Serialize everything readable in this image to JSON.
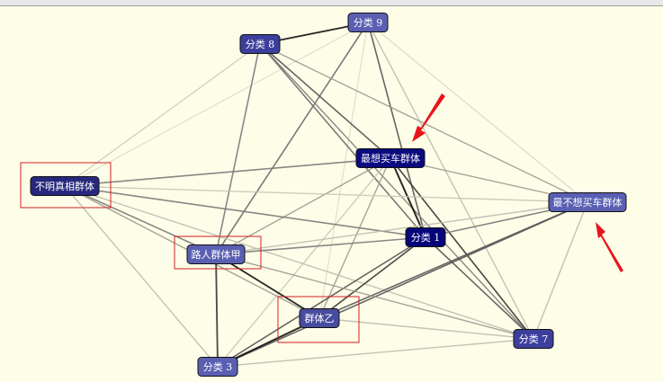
{
  "nodes": [
    {
      "id": "c9",
      "label": "分类 9",
      "fill": "#5a5fb2"
    },
    {
      "id": "c8",
      "label": "分类 8",
      "fill": "#3c3f9c"
    },
    {
      "id": "most",
      "label": "最想买车群体",
      "fill": "#0b0b80"
    },
    {
      "id": "unk",
      "label": "不明真相群体",
      "fill": "#27287d"
    },
    {
      "id": "least",
      "label": "最不想买车群体",
      "fill": "#5a5fb2"
    },
    {
      "id": "c1",
      "label": "分类 1",
      "fill": "#06067a"
    },
    {
      "id": "pa",
      "label": "路人群体甲",
      "fill": "#5a5fb2"
    },
    {
      "id": "gb",
      "label": "群体乙",
      "fill": "#484c9f"
    },
    {
      "id": "c7",
      "label": "分类 7",
      "fill": "#3c3f9c"
    },
    {
      "id": "c3",
      "label": "分类 3",
      "fill": "#5a5fb2"
    }
  ],
  "edges": [
    {
      "from": "c9",
      "to": "c8",
      "color": "#111111",
      "weight": 1.8
    },
    {
      "from": "c9",
      "to": "pa",
      "color": "#6a6a6a",
      "weight": 1.6
    },
    {
      "from": "c9",
      "to": "c1",
      "color": "#555555",
      "weight": 1.6
    },
    {
      "from": "c9",
      "to": "c7",
      "color": "#bdbdb0",
      "weight": 1.4
    },
    {
      "from": "c9",
      "to": "least",
      "color": "#dcdcc8",
      "weight": 1.4
    },
    {
      "from": "c9",
      "to": "unk",
      "color": "#dcdcc8",
      "weight": 1.2
    },
    {
      "from": "c9",
      "to": "gb",
      "color": "#dcdcc8",
      "weight": 1.2
    },
    {
      "from": "c8",
      "to": "most",
      "color": "#555555",
      "weight": 1.6
    },
    {
      "from": "c8",
      "to": "c1",
      "color": "#6a6a6a",
      "weight": 1.6
    },
    {
      "from": "c8",
      "to": "pa",
      "color": "#7a7a7a",
      "weight": 1.6
    },
    {
      "from": "c8",
      "to": "least",
      "color": "#9a9a90",
      "weight": 1.4
    },
    {
      "from": "c8",
      "to": "c7",
      "color": "#7a7a7a",
      "weight": 1.4
    },
    {
      "from": "c8",
      "to": "unk",
      "color": "#c8c8b4",
      "weight": 1.2
    },
    {
      "from": "most",
      "to": "unk",
      "color": "#7a7a7a",
      "weight": 1.6
    },
    {
      "from": "most",
      "to": "c1",
      "color": "#111111",
      "weight": 2.0
    },
    {
      "from": "most",
      "to": "c7",
      "color": "#333333",
      "weight": 1.6
    },
    {
      "from": "most",
      "to": "pa",
      "color": "#9a9a90",
      "weight": 1.4
    },
    {
      "from": "most",
      "to": "gb",
      "color": "#9a9a90",
      "weight": 1.4
    },
    {
      "from": "most",
      "to": "c3",
      "color": "#c8c8b4",
      "weight": 1.4
    },
    {
      "from": "most",
      "to": "least",
      "color": "#9a9a90",
      "weight": 1.4
    },
    {
      "from": "unk",
      "to": "least",
      "color": "#c8c8b4",
      "weight": 1.4
    },
    {
      "from": "unk",
      "to": "c1",
      "color": "#7a7a7a",
      "weight": 1.6
    },
    {
      "from": "unk",
      "to": "pa",
      "color": "#7a7a7a",
      "weight": 1.6
    },
    {
      "from": "unk",
      "to": "gb",
      "color": "#9a9a90",
      "weight": 1.4
    },
    {
      "from": "unk",
      "to": "c3",
      "color": "#bdbdb0",
      "weight": 1.4
    },
    {
      "from": "unk",
      "to": "c7",
      "color": "#bdbdb0",
      "weight": 1.4
    },
    {
      "from": "least",
      "to": "c1",
      "color": "#7a7a7a",
      "weight": 1.6
    },
    {
      "from": "least",
      "to": "pa",
      "color": "#bdbdb0",
      "weight": 1.4
    },
    {
      "from": "least",
      "to": "gb",
      "color": "#555555",
      "weight": 1.6
    },
    {
      "from": "least",
      "to": "c3",
      "color": "#555555",
      "weight": 1.6
    },
    {
      "from": "least",
      "to": "c7",
      "color": "#bdbdb0",
      "weight": 1.4
    },
    {
      "from": "c1",
      "to": "pa",
      "color": "#7a7a7a",
      "weight": 1.6
    },
    {
      "from": "c1",
      "to": "gb",
      "color": "#333333",
      "weight": 1.6
    },
    {
      "from": "c1",
      "to": "c3",
      "color": "#555555",
      "weight": 1.6
    },
    {
      "from": "c1",
      "to": "c7",
      "color": "#555555",
      "weight": 1.6
    },
    {
      "from": "pa",
      "to": "gb",
      "color": "#111111",
      "weight": 1.8
    },
    {
      "from": "pa",
      "to": "c3",
      "color": "#333333",
      "weight": 1.8
    },
    {
      "from": "pa",
      "to": "c7",
      "color": "#9a9a90",
      "weight": 1.4
    },
    {
      "from": "gb",
      "to": "c3",
      "color": "#111111",
      "weight": 2.0
    },
    {
      "from": "gb",
      "to": "c7",
      "color": "#bdbdb0",
      "weight": 1.4
    },
    {
      "from": "c3",
      "to": "c7",
      "color": "#bdbdb0",
      "weight": 1.4
    }
  ],
  "highlights": [
    "unk",
    "pa",
    "gb"
  ],
  "arrow_color": "#e8141b"
}
